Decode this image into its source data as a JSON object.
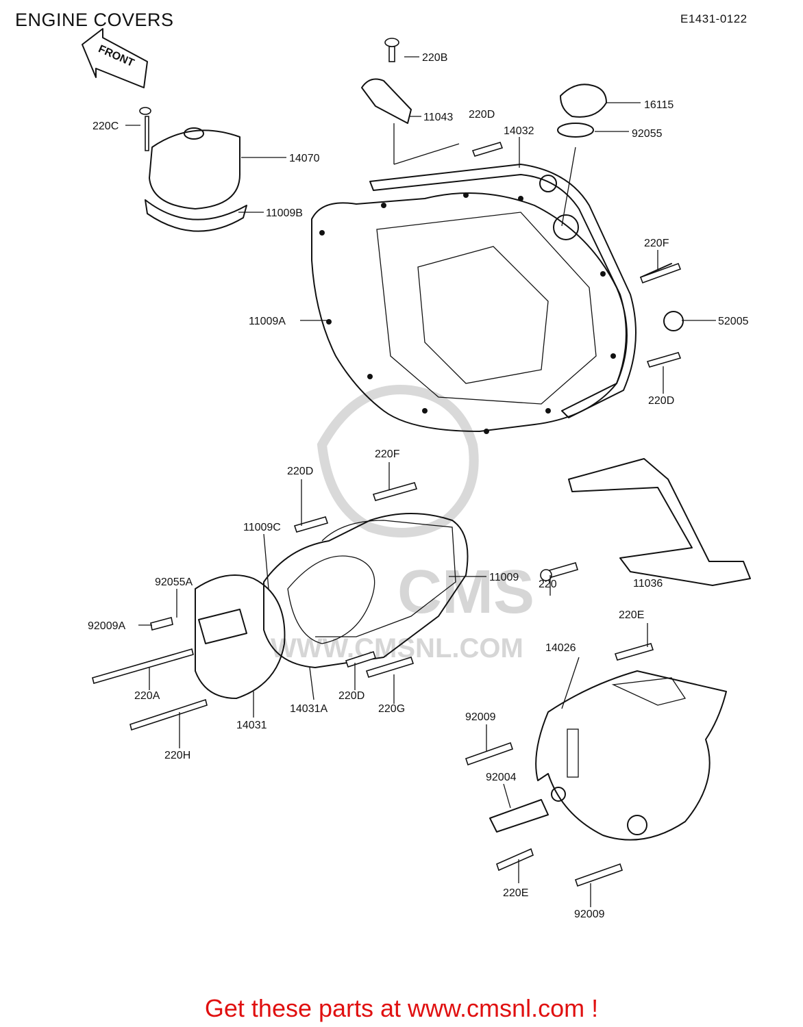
{
  "header": {
    "title": "ENGINE COVERS",
    "ref_code": "E1431-0122"
  },
  "front_arrow_label": "FRONT",
  "watermark": {
    "text": "WWW.CMSNL.COM",
    "logo_text": "CMS"
  },
  "callouts": [
    "220B",
    "11043",
    "220C",
    "14070",
    "11009B",
    "220D",
    "14032",
    "16115",
    "92055",
    "220F",
    "52005",
    "11009A",
    "220D",
    "220D",
    "220F",
    "11009C",
    "92055A",
    "11009",
    "92009A",
    "220",
    "11036",
    "220E",
    "14026",
    "220A",
    "220D",
    "220G",
    "14031A",
    "14031",
    "220H",
    "92009",
    "92004",
    "220E",
    "92009"
  ],
  "footer": {
    "cta": "Get these parts at www.cmsnl.com !"
  },
  "colors": {
    "cta": "#e01010",
    "line": "#111111",
    "watermark": "#d9d9d9"
  }
}
